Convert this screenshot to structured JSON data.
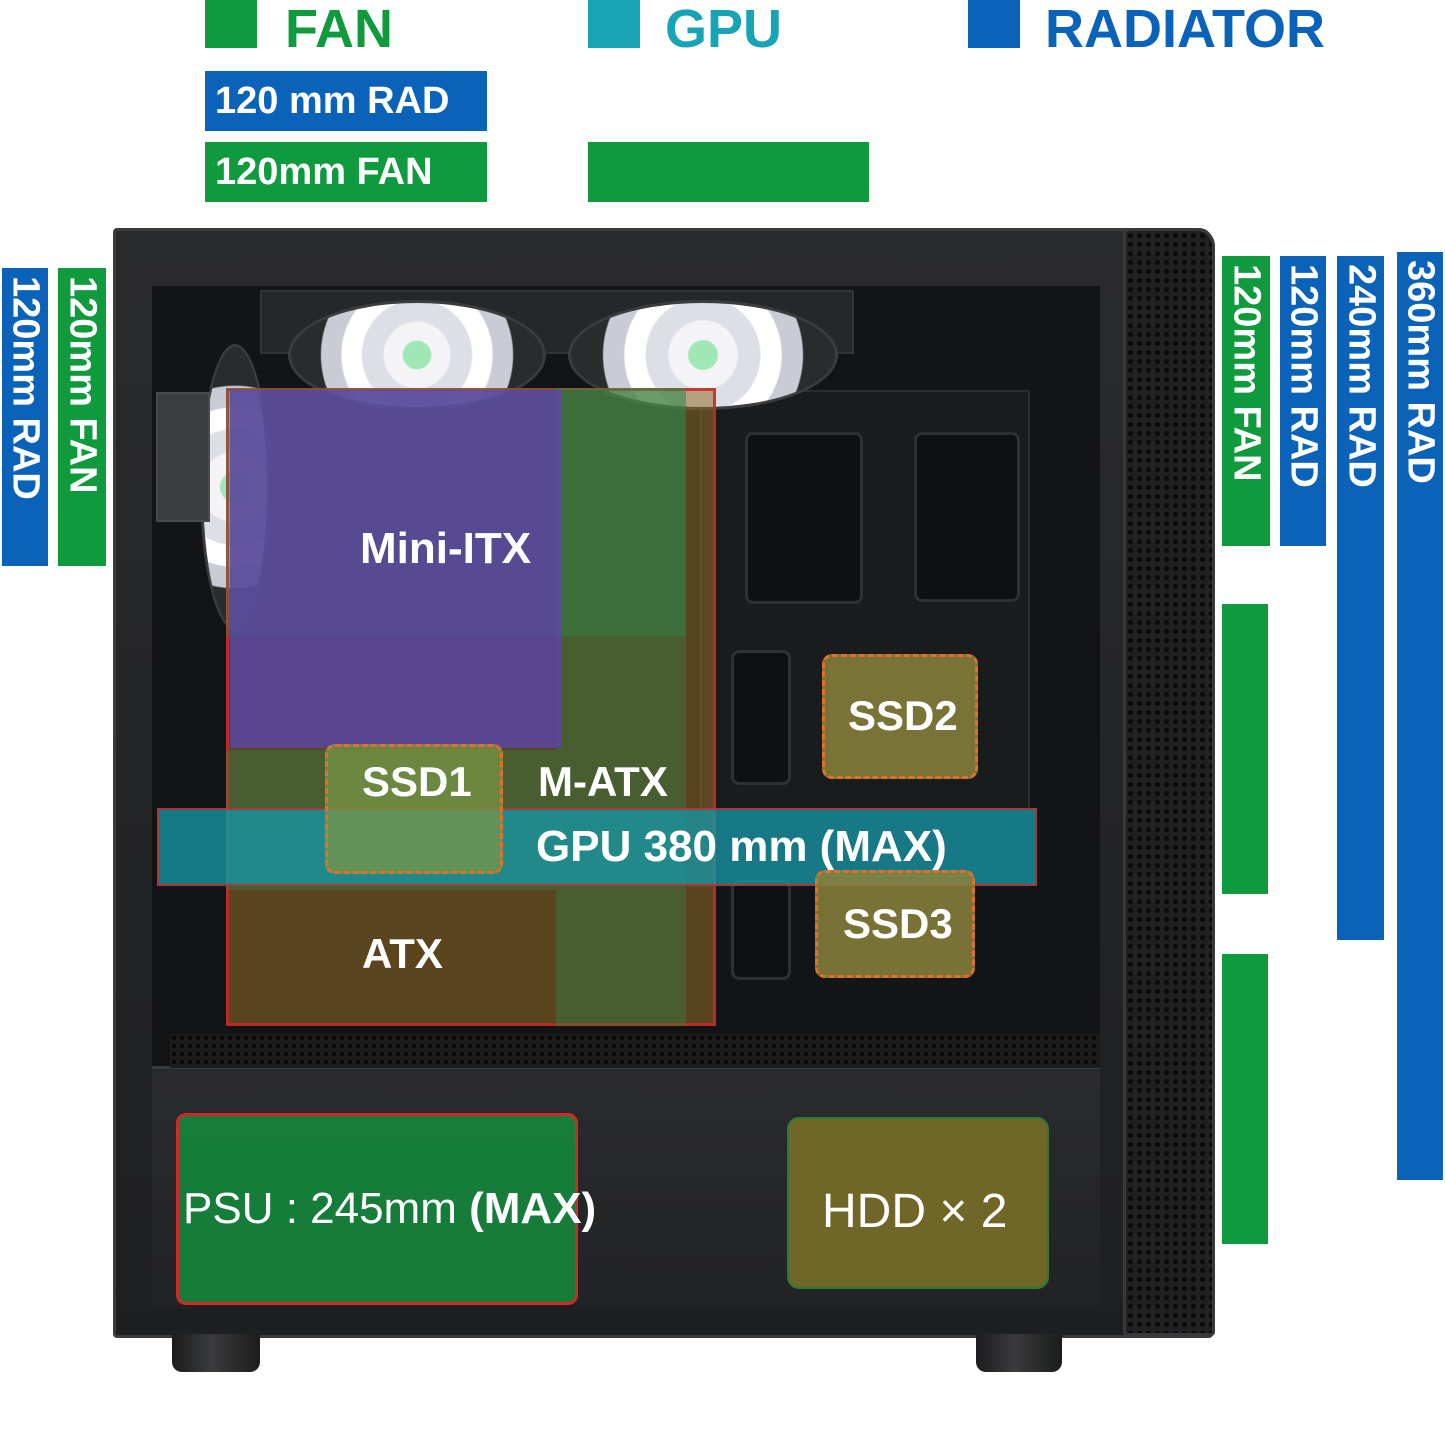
{
  "legend": {
    "fan": {
      "label": "FAN",
      "color": "#0f9a3d"
    },
    "gpu": {
      "label": "GPU",
      "color": "#17a5b5"
    },
    "radiator": {
      "label": "RADIATOR",
      "color": "#0a63b8"
    }
  },
  "top_bars": {
    "rad": "120 mm RAD",
    "fan": "120mm FAN"
  },
  "left_bars": {
    "rad": "120mm RAD",
    "fan": "120mm FAN"
  },
  "right_bars": {
    "fan": "120mm FAN",
    "rad120": "120mm RAD",
    "rad240": "240mm RAD",
    "rad360": "360mm RAD"
  },
  "boards": {
    "mini_itx": "Mini-ITX",
    "m_atx": "M-ATX",
    "atx": "ATX"
  },
  "drives": {
    "ssd1": "SSD1",
    "ssd2": "SSD2",
    "ssd3": "SSD3",
    "hdd": "HDD × 2"
  },
  "gpu_clearance": "GPU  380 mm (MAX)",
  "psu": {
    "prefix": "PSU :  245mm ",
    "suffix": "(MAX)"
  },
  "icons": [
    "case-fan-icon"
  ]
}
